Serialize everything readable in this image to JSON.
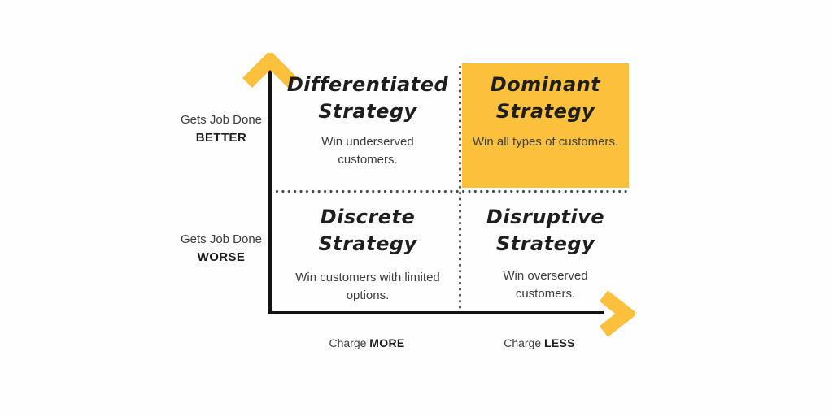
{
  "colors": {
    "accent_yellow": "#FBC13C",
    "axis_black": "#141414",
    "dot_gray": "#4A4A4A",
    "title_text": "#1E1E1E",
    "body_text": "#3D3D3D",
    "bg_white": "#FEFEFE"
  },
  "axes": {
    "y_top": {
      "line1": "Gets Job Done",
      "line2": "BETTER"
    },
    "y_bottom": {
      "line1": "Gets Job Done",
      "line2": "WORSE"
    },
    "x_left": {
      "prefix": "Charge ",
      "bold": "MORE"
    },
    "x_right": {
      "prefix": "Charge ",
      "bold": "LESS"
    }
  },
  "quadrants": {
    "top_left": {
      "title_line1": "Differentiated",
      "title_line2": "Strategy",
      "description": "Win underserved customers.",
      "highlighted": false
    },
    "top_right": {
      "title_line1": "Dominant",
      "title_line2": "Strategy",
      "description": "Win all types of customers.",
      "highlighted": true
    },
    "bottom_left": {
      "title_line1": "Discrete",
      "title_line2": "Strategy",
      "description": "Win customers with limited options.",
      "highlighted": false
    },
    "bottom_right": {
      "title_line1": "Disruptive",
      "title_line2": "Strategy",
      "description": "Win overserved customers.",
      "highlighted": false
    }
  }
}
